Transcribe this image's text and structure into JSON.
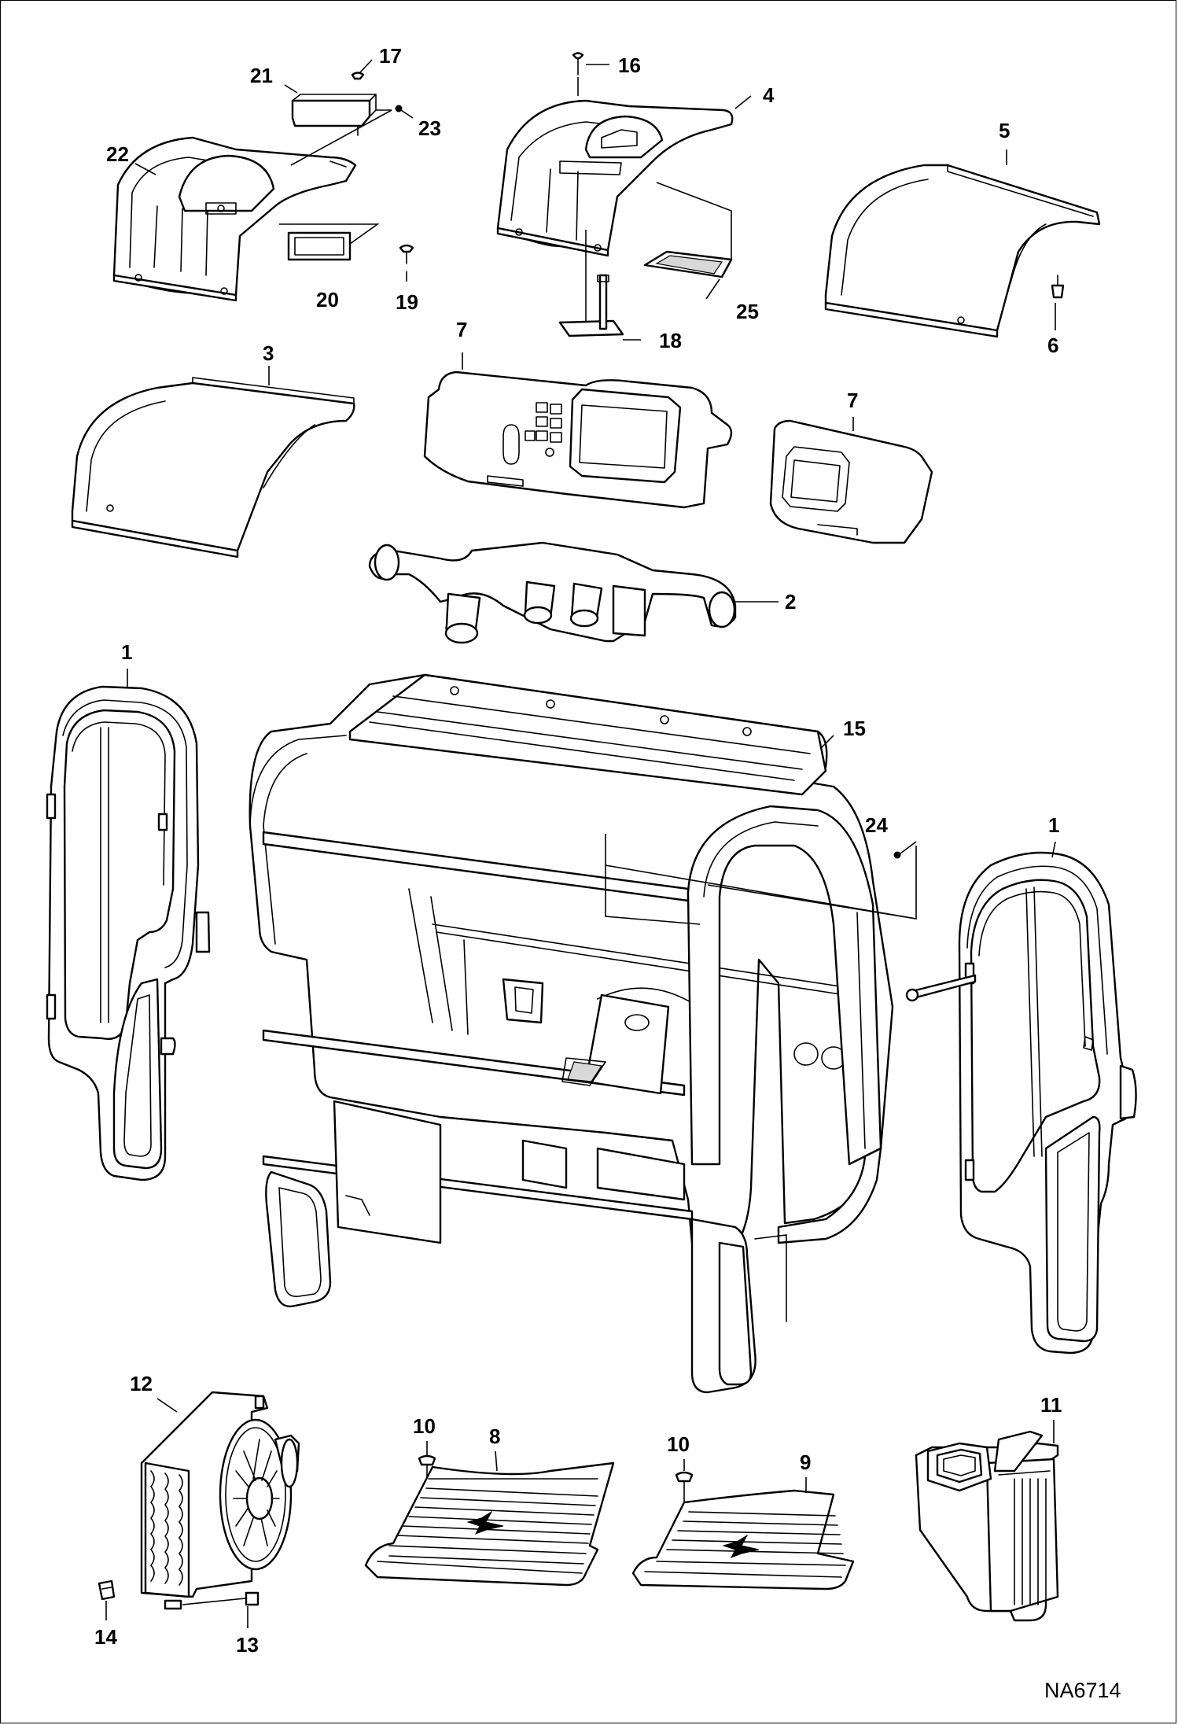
{
  "figure_code": "NA6714",
  "callouts": {
    "c1_left": "1",
    "c1_right": "1",
    "c2": "2",
    "c3": "3",
    "c4": "4",
    "c5": "5",
    "c6": "6",
    "c7_panel": "7",
    "c7_display": "7",
    "c8": "8",
    "c9": "9",
    "c10_left": "10",
    "c10_right": "10",
    "c11": "11",
    "c12": "12",
    "c13": "13",
    "c14": "14",
    "c15": "15",
    "c16": "16",
    "c17": "17",
    "c18": "18",
    "c19": "19",
    "c20": "20",
    "c21": "21",
    "c22": "22",
    "c23": "23",
    "c24": "24",
    "c25": "25"
  }
}
